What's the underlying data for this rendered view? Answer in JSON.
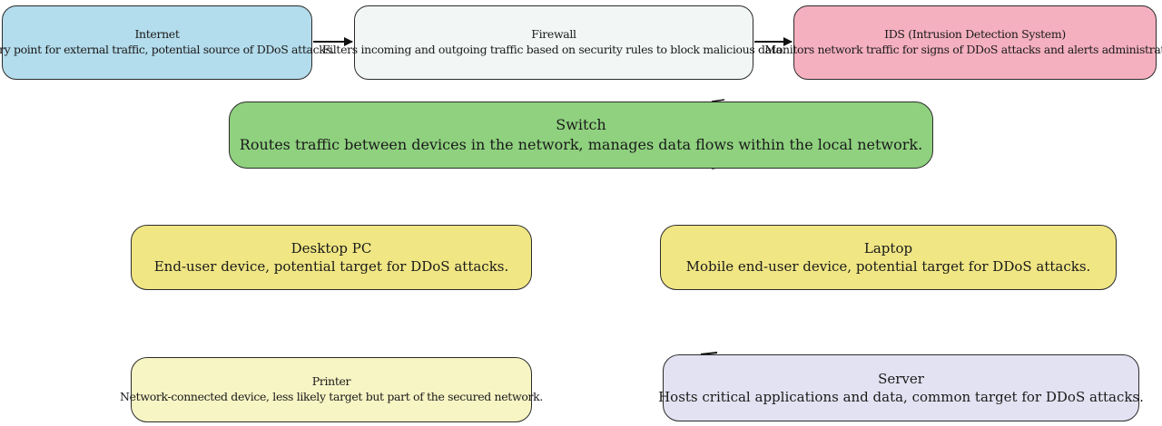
{
  "nodes": {
    "internet": {
      "title": "Internet",
      "desc": "Entry point for external traffic, potential source of DDoS attacks.",
      "fill": "#b3dcec"
    },
    "firewall": {
      "title": "Firewall",
      "desc": "Filters incoming and outgoing traffic based on security rules to block malicious data.",
      "fill": "#f2f7f5"
    },
    "ids": {
      "title": "IDS (Intrusion Detection System)",
      "desc": "Monitors network traffic for signs of DDoS attacks and alerts administrators.",
      "fill": "#f5b0c0"
    },
    "switch": {
      "title": "Switch",
      "desc": "Routes traffic between devices in the network, manages data flows within the local network.",
      "fill": "#8fd17f"
    },
    "desktop": {
      "title": "Desktop PC",
      "desc": "End-user device, potential target for DDoS attacks.",
      "fill": "#f0e684"
    },
    "laptop": {
      "title": "Laptop",
      "desc": "Mobile end-user device, potential target for DDoS attacks.",
      "fill": "#f0e684"
    },
    "printer": {
      "title": "Printer",
      "desc": "Network-connected device, less likely target but part of the secured network.",
      "fill": "#f7f5c4"
    },
    "server": {
      "title": "Server",
      "desc": "Hosts critical applications and data, common target for DDoS attacks.",
      "fill": "#e3e2f2"
    }
  },
  "edges": [
    {
      "from": "internet",
      "to": "firewall"
    },
    {
      "from": "firewall",
      "to": "ids"
    }
  ]
}
